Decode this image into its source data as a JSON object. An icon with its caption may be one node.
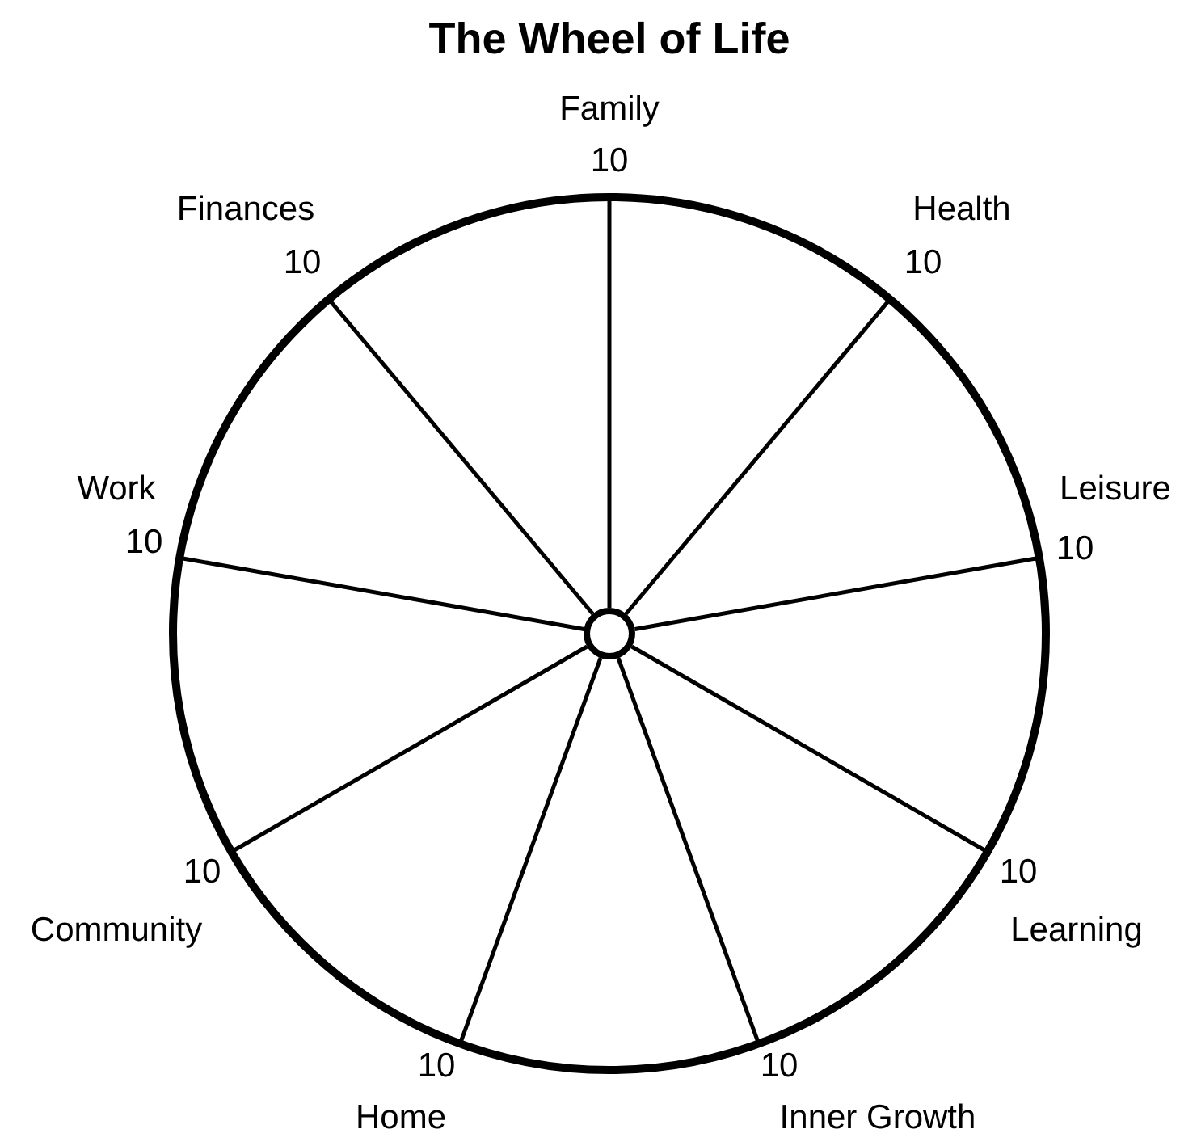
{
  "diagram": {
    "title": "The Wheel of Life",
    "labels": [
      "Family",
      "10",
      "Finances",
      "Health",
      "10",
      "10",
      "Work",
      "Leisure",
      "10",
      "10",
      "10",
      "10",
      "Community",
      "Learning",
      "10",
      "10",
      "Home",
      "Inner Growth"
    ]
  }
}
